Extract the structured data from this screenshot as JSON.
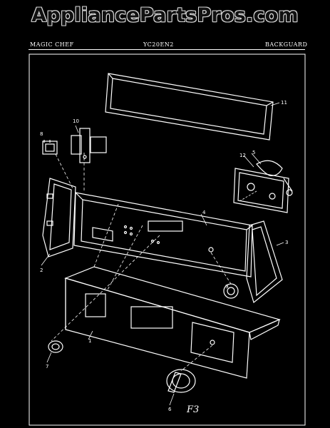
{
  "watermark": "AppliancePartsPros.com",
  "header": {
    "brand": "MAGIC CHEF",
    "model": "YC20EN2",
    "section": "BACKGUARD"
  },
  "callouts": [
    "1",
    "2",
    "3",
    "4",
    "5",
    "6",
    "7",
    "8",
    "9",
    "10",
    "11",
    "12"
  ],
  "page_mark": "F3"
}
